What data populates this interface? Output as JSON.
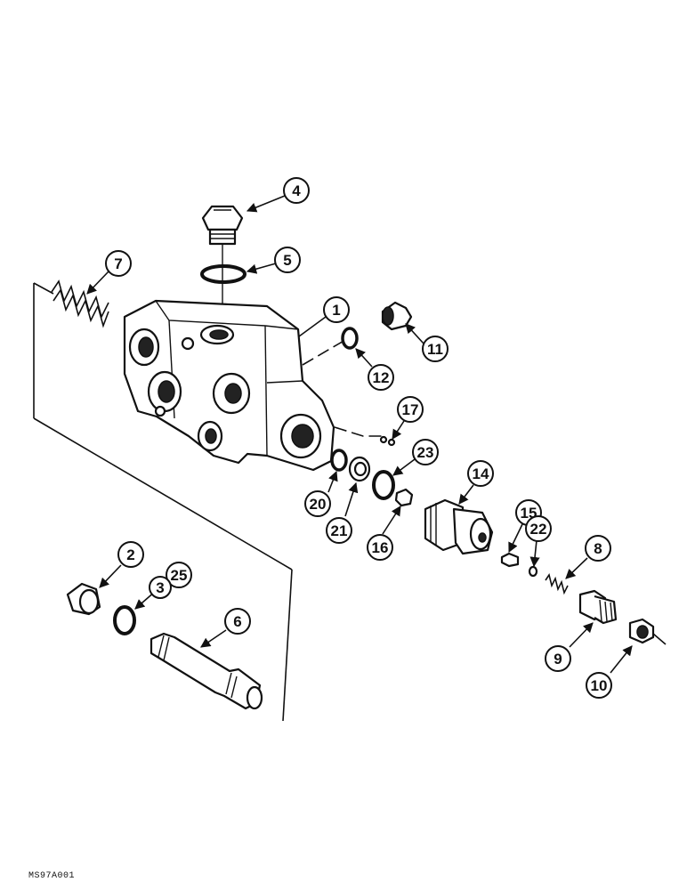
{
  "figure_code": "MS97A001",
  "callouts": {
    "c1": "1",
    "c2": "2",
    "c3": "3",
    "c4": "4",
    "c5": "5",
    "c6": "6",
    "c7": "7",
    "c8": "8",
    "c9": "9",
    "c10": "10",
    "c11": "11",
    "c12": "12",
    "c14": "14",
    "c15": "15",
    "c16": "16",
    "c17": "17",
    "c20": "20",
    "c21": "21",
    "c22": "22",
    "c23": "23",
    "c25": "25"
  }
}
